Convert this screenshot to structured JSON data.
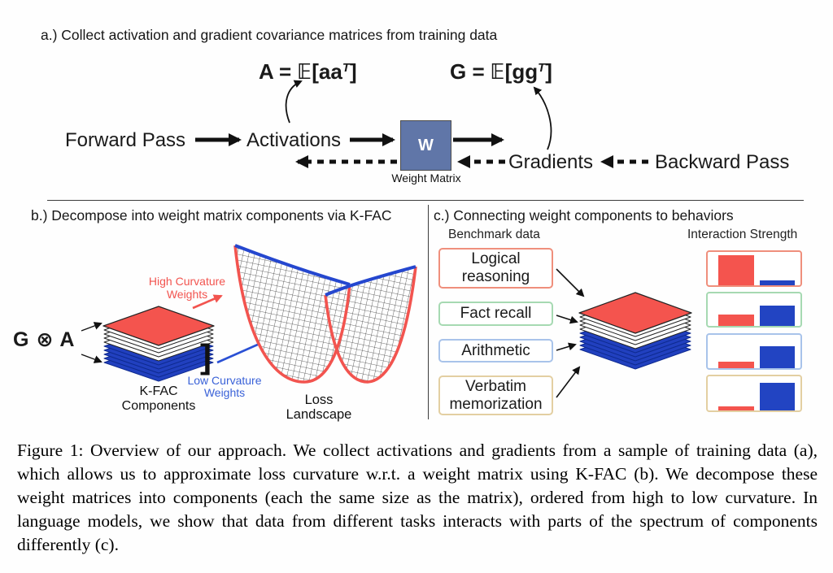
{
  "panel_a": {
    "heading": "a.) Collect activation and gradient covariance matrices from training data",
    "formula_a": {
      "main": "A = 𝔼[aa",
      "sup": "T",
      "close": "]"
    },
    "formula_g": {
      "main": "G = 𝔼[gg",
      "sup": "T",
      "close": "]"
    },
    "forward_pass": "Forward Pass",
    "activations": "Activations",
    "weight_letter": "W",
    "weight_matrix": "Weight Matrix",
    "gradients": "Gradients",
    "backward_pass": "Backward Pass"
  },
  "panel_b": {
    "heading": "b.) Decompose into weight matrix components via K-FAC",
    "kron": "G ⊗ A",
    "high_curvature_line1": "High Curvature",
    "high_curvature_line2": "Weights",
    "low_curvature_line1": "Low Curvature",
    "low_curvature_line2": "Weights",
    "bracket": "]",
    "kfac_line1": "K-FAC",
    "kfac_line2": "Components",
    "loss_landscape": "Loss Landscape"
  },
  "panel_c": {
    "heading": "c.) Connecting weight components to behaviors",
    "benchmark_header": "Benchmark data",
    "interaction_header": "Interaction Strength",
    "benchmarks": [
      {
        "label": "Logical reasoning"
      },
      {
        "label": "Fact recall"
      },
      {
        "label": "Arithmetic"
      },
      {
        "label": "Verbatim memorization"
      }
    ]
  },
  "caption": "Figure 1: Overview of our approach. We collect activations and gradients from a sample of training data (a), which allows us to approximate loss curvature w.r.t. a weight matrix using K-FAC (b). We decompose these weight matrices into components (each the same size as the matrix), ordered from high to low curvature. In language models, we show that data from different tasks interacts with parts of the spectrum of components differently (c).",
  "colors": {
    "component_red": "#f4544e",
    "component_blue": "#2244c2",
    "border_red": "#ef8f7c",
    "border_green": "#a6d9b2",
    "border_blue": "#a8c3ea",
    "border_tan": "#e3cfa2",
    "weight_box_fill": "#6076a8",
    "high_curvature_text": "#f2544f",
    "low_curvature_text": "#3a62d8"
  },
  "chart_data": [
    {
      "type": "bar",
      "title": "Logical reasoning",
      "categories": [
        "high-curvature components",
        "low-curvature components"
      ],
      "values": [
        0.9,
        0.14
      ],
      "ylim": [
        0,
        1
      ],
      "colors": [
        "#f4544e",
        "#2244c2"
      ]
    },
    {
      "type": "bar",
      "title": "Fact recall",
      "categories": [
        "high-curvature components",
        "low-curvature components"
      ],
      "values": [
        0.34,
        0.62
      ],
      "ylim": [
        0,
        1
      ],
      "colors": [
        "#f4544e",
        "#2244c2"
      ]
    },
    {
      "type": "bar",
      "title": "Arithmetic",
      "categories": [
        "high-curvature components",
        "low-curvature components"
      ],
      "values": [
        0.2,
        0.66
      ],
      "ylim": [
        0,
        1
      ],
      "colors": [
        "#f4544e",
        "#2244c2"
      ]
    },
    {
      "type": "bar",
      "title": "Verbatim memorization",
      "categories": [
        "high-curvature components",
        "low-curvature components"
      ],
      "values": [
        0.11,
        0.8
      ],
      "ylim": [
        0,
        1
      ],
      "colors": [
        "#f4544e",
        "#2244c2"
      ]
    }
  ]
}
